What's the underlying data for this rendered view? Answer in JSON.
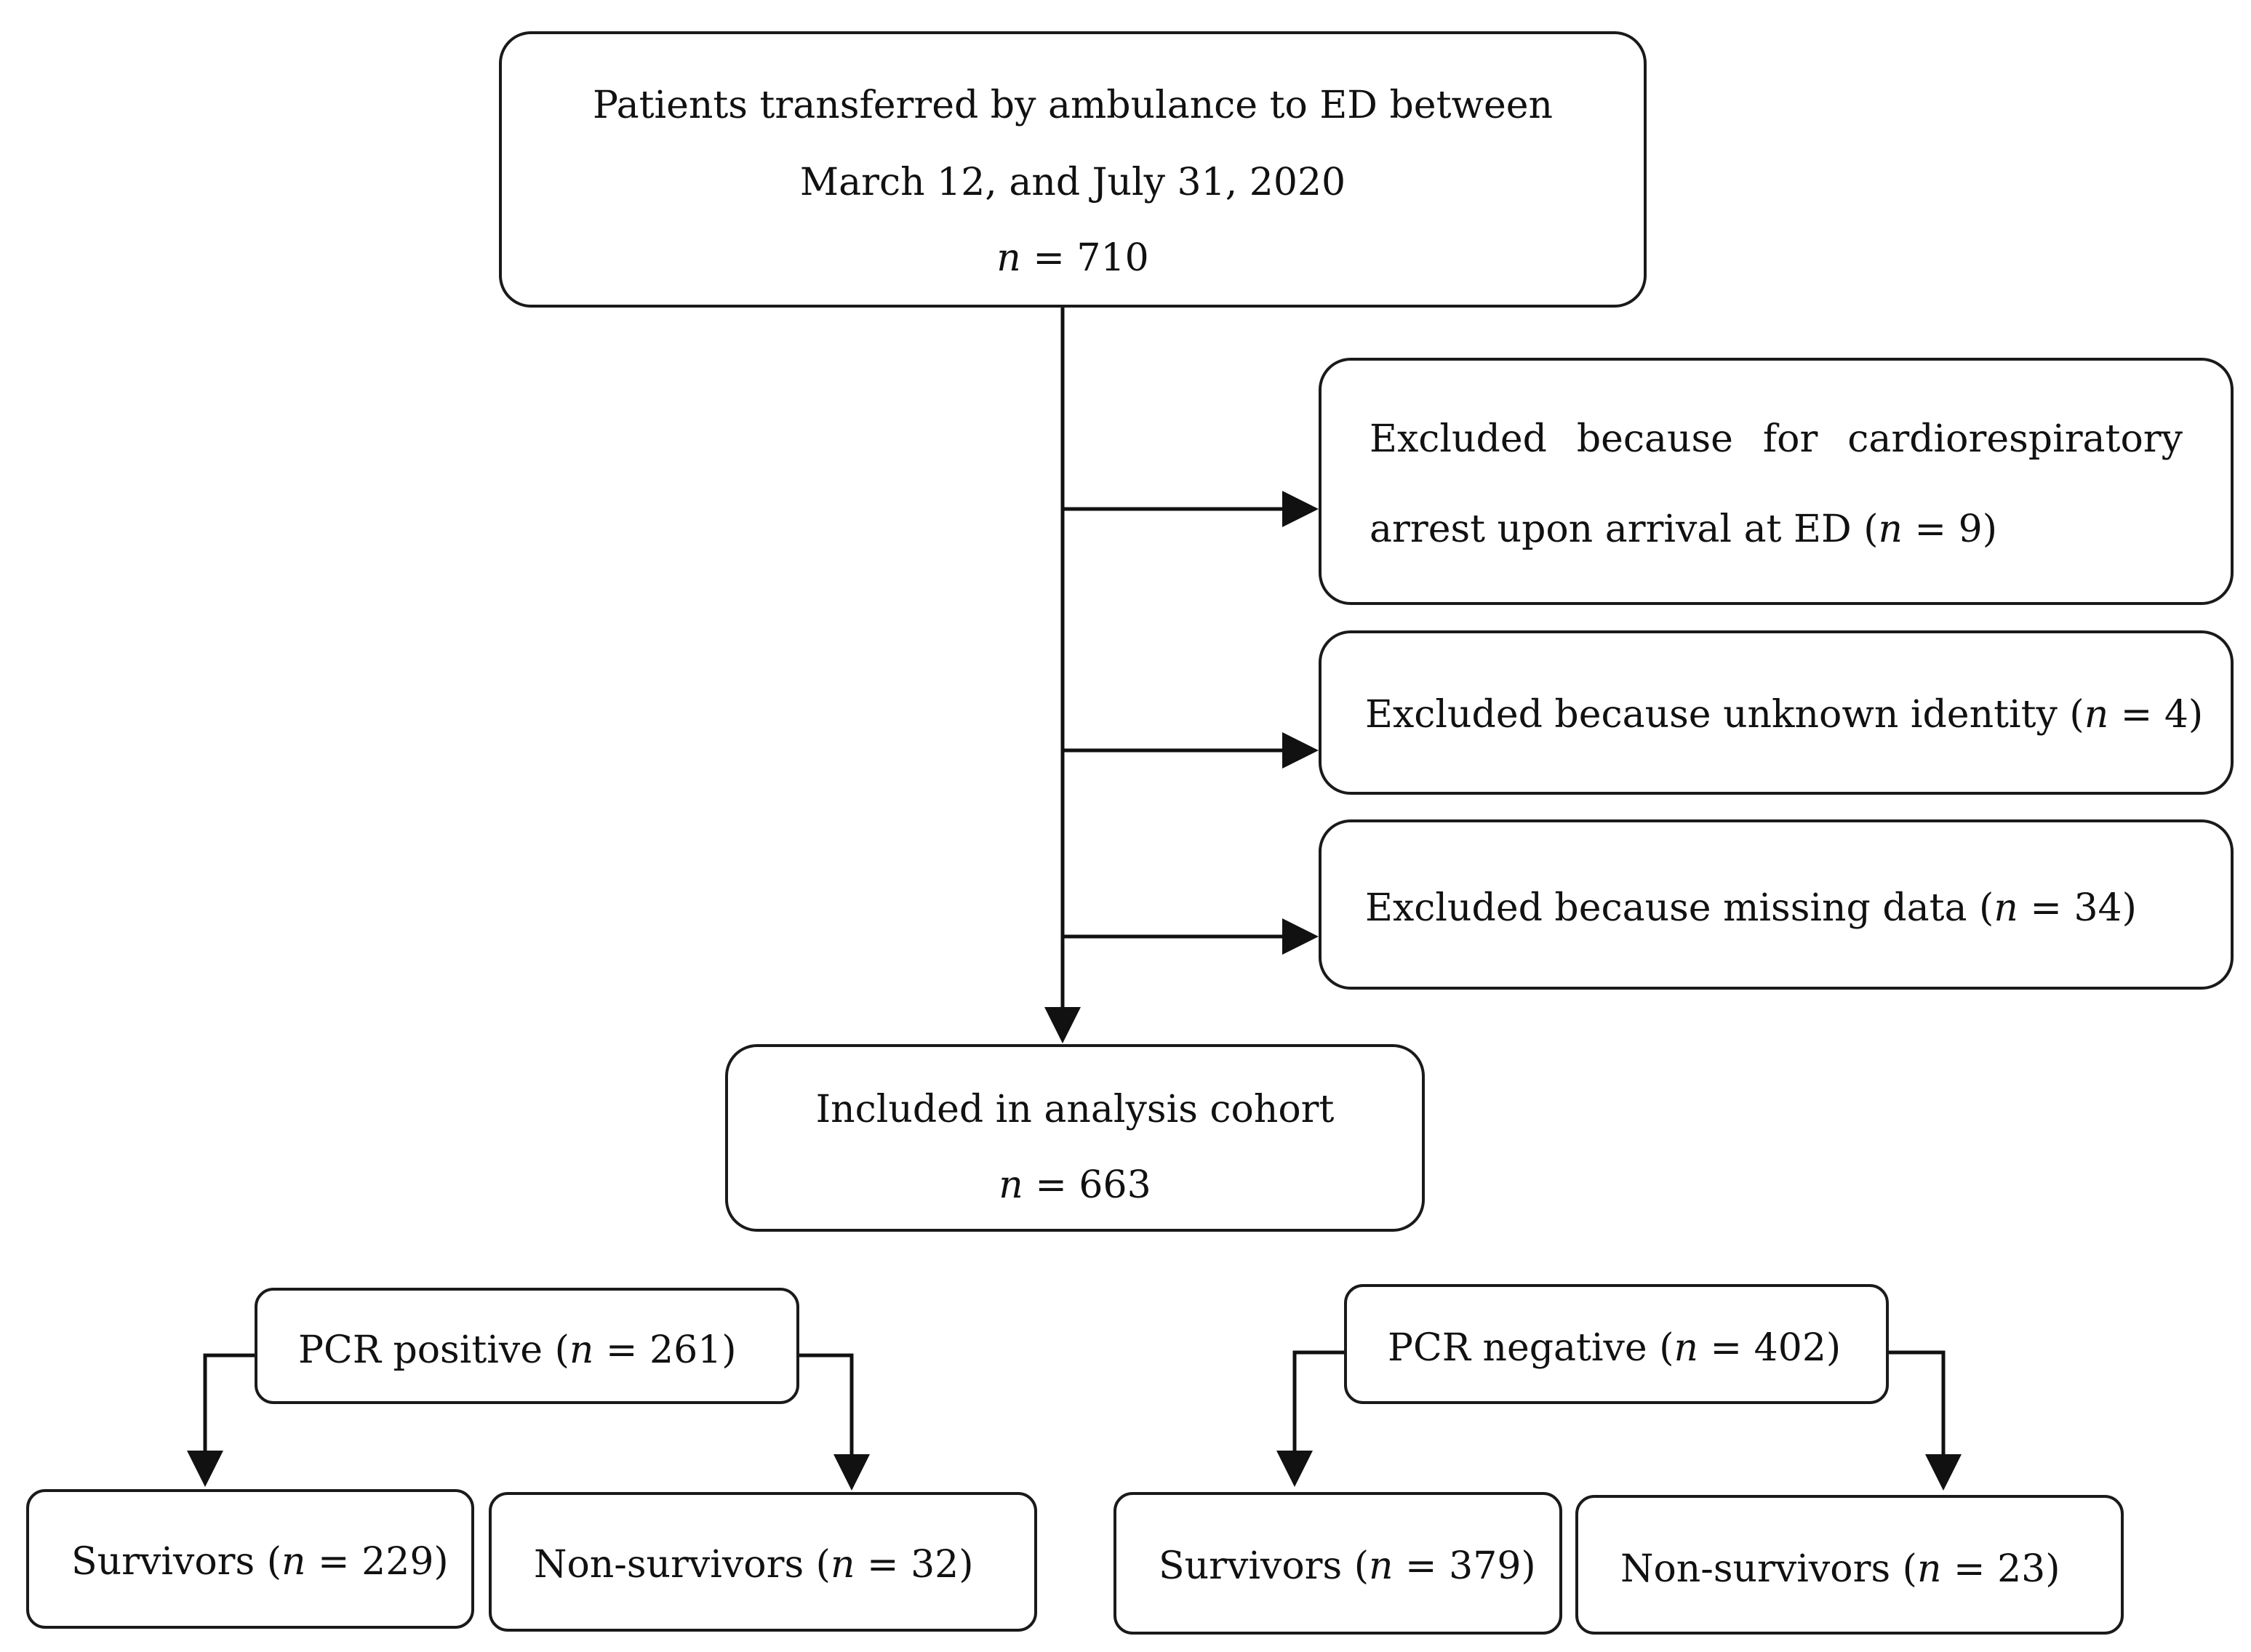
{
  "top": {
    "line1": "Patients transferred by ambulance to ED between",
    "line2": "March 12, and July 31, 2020",
    "n_symbol": "n",
    "n_text": " = 710"
  },
  "exclusions": [
    {
      "line1": "Excluded because for cardiorespiratory",
      "line2_pre": "arrest upon arrival at ED (",
      "n_symbol": "n",
      "n_text": " = 9)"
    },
    {
      "pre": "Excluded because unknown identity (",
      "n_symbol": "n",
      "n_text": " = 4)"
    },
    {
      "pre": "Excluded because missing data (",
      "n_symbol": "n",
      "n_text": " = 34)"
    }
  ],
  "cohort": {
    "line1": "Included in analysis cohort",
    "n_symbol": "n",
    "n_text": " = 663"
  },
  "pcr_positive": {
    "pre": "PCR positive (",
    "n_symbol": "n",
    "n_text": " = 261)",
    "survivors": {
      "pre": "Survivors (",
      "n_symbol": "n",
      "n_text": " = 229)"
    },
    "non_survivors": {
      "pre": "Non-survivors (",
      "n_symbol": "n",
      "n_text": " = 32)"
    }
  },
  "pcr_negative": {
    "pre": "PCR negative (",
    "n_symbol": "n",
    "n_text": " = 402)",
    "survivors": {
      "pre": "Survivors (",
      "n_symbol": "n",
      "n_text": " = 379)"
    },
    "non_survivors": {
      "pre": "Non-survivors (",
      "n_symbol": "n",
      "n_text": " = 23)"
    }
  }
}
